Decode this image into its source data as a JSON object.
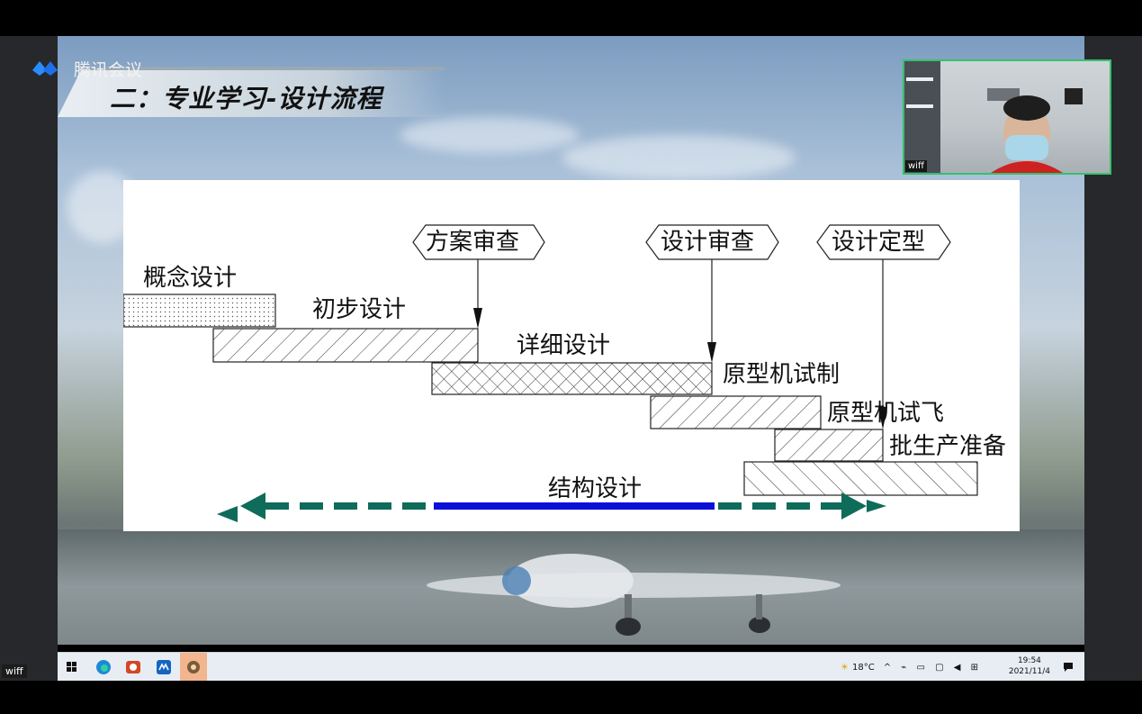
{
  "app": {
    "name": "腾讯会议"
  },
  "slide": {
    "title": "二：专业学习-设计流程"
  },
  "diagram": {
    "milestones": [
      "方案审查",
      "设计审查",
      "设计定型"
    ],
    "phases": [
      "概念设计",
      "初步设计",
      "详细设计",
      "原型机试制",
      "原型机试飞",
      "批生产准备"
    ],
    "structure_label": "结构设计"
  },
  "video": {
    "participant": "wiff"
  },
  "self_name": "wiff",
  "taskbar": {
    "weather": "18°C",
    "time": "19:54",
    "date": "2021/11/4"
  },
  "colors": {
    "accent_green": "#0f6b5a",
    "accent_blue": "#0a10d8",
    "tile_border": "#36c06a"
  }
}
